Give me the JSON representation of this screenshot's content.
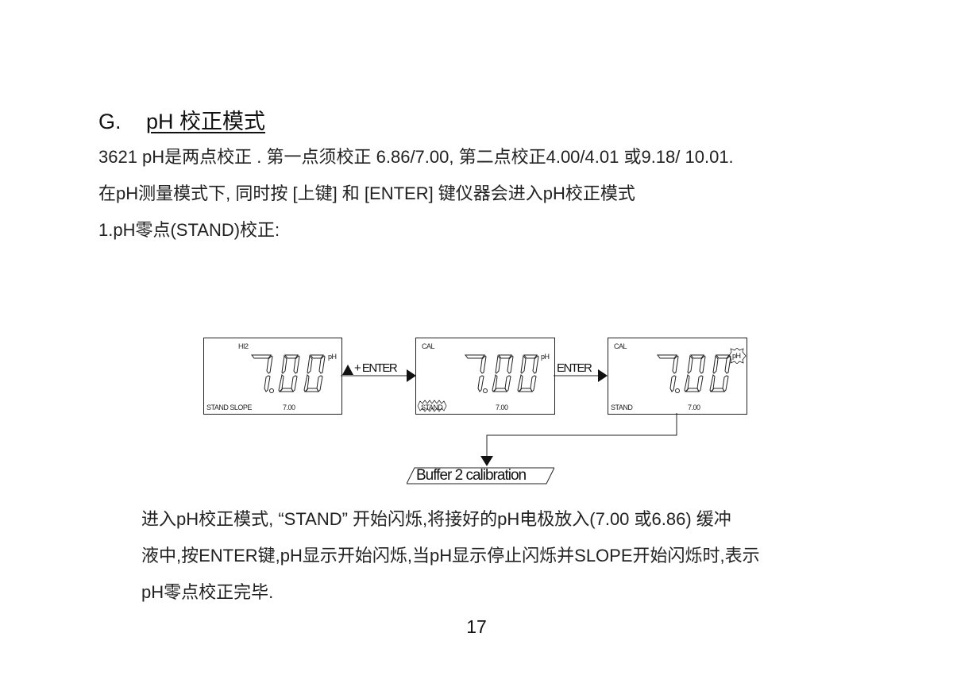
{
  "section": {
    "letter": "G.",
    "title": "pH  校正模式"
  },
  "intro": {
    "line1": "3621 pH是两点校正 . 第一点须校正  6.86/7.00,  第二点校正4.00/4.01  或9.18/ 10.01.",
    "line2": "在pH测量模式下, 同时按  [上键]  和  [ENTER]  键仪器会进入pH校正模式",
    "line3": "1.pH零点(STAND)校正:"
  },
  "diagram": {
    "displays": [
      {
        "mode": "HI2",
        "value": "7.00",
        "unit": "pH",
        "unit_blinking": false,
        "status_left": "STAND  SLOPE",
        "status_left_blinking": false,
        "buffer_value": "7.00"
      },
      {
        "mode": "CAL",
        "value": "7.00",
        "unit": "pH",
        "unit_blinking": false,
        "status_left": "STAND",
        "status_left_blinking": true,
        "buffer_value": "7.00"
      },
      {
        "mode": "CAL",
        "value": "7.00",
        "unit": "pH",
        "unit_blinking": true,
        "status_left": "STAND",
        "status_left_blinking": false,
        "buffer_value": "7.00"
      }
    ],
    "transitions": [
      {
        "label": "+ ENTER",
        "key_icon": "up-triangle"
      },
      {
        "label": "ENTER"
      }
    ],
    "next_step": "Buffer 2 calibration"
  },
  "body": {
    "line1": "进入pH校正模式,   “STAND”  开始闪烁,将接好的pH电极放入(7.00  或6.86)  缓冲",
    "line2": "液中,按ENTER键,pH显示开始闪烁,当pH显示停止闪烁并SLOPE开始闪烁时,表示",
    "line3": "pH零点校正完毕."
  },
  "page_number": "17"
}
